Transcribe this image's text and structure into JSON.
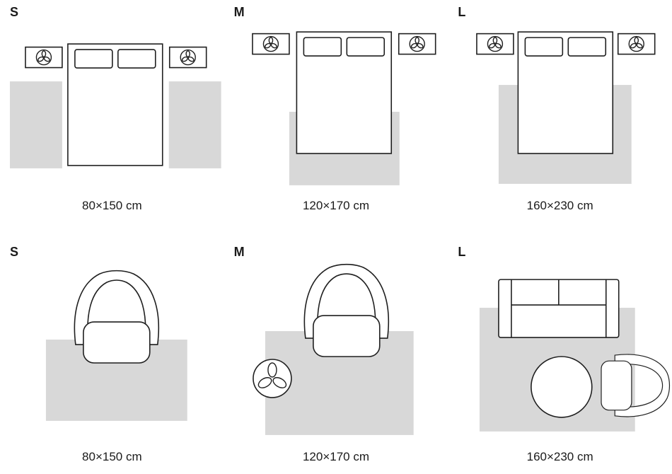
{
  "colors": {
    "rug": "#d8d8d8",
    "outline": "#1f1f1f",
    "text": "#1a1a1a"
  },
  "panels": [
    {
      "scene": "bedroom",
      "letter": "S",
      "dimension": "80×150 cm"
    },
    {
      "scene": "bedroom",
      "letter": "M",
      "dimension": "120×170 cm"
    },
    {
      "scene": "bedroom",
      "letter": "L",
      "dimension": "160×230 cm"
    },
    {
      "scene": "living-room",
      "letter": "S",
      "dimension": "80×150 cm"
    },
    {
      "scene": "living-room",
      "letter": "M",
      "dimension": "120×170 cm"
    },
    {
      "scene": "living-room",
      "letter": "L",
      "dimension": "160×230 cm"
    }
  ]
}
